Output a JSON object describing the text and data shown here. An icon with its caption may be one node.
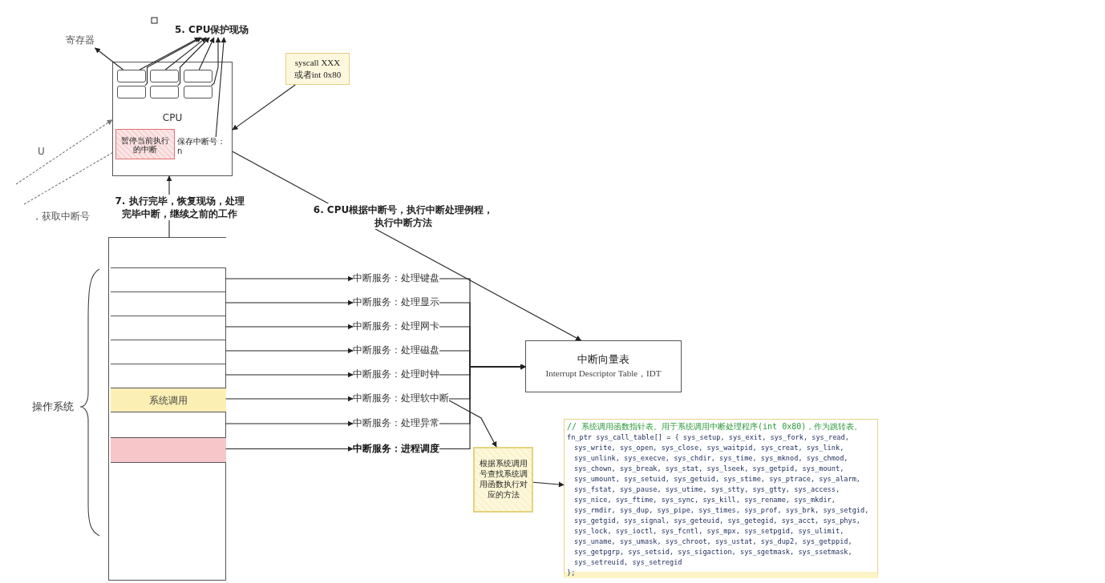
{
  "diagram": {
    "nodes": [
      {
        "text": [
          "寄存器"
        ]
      },
      {
        "text": [
          "5. CPU保护现场"
        ]
      },
      {
        "text": [
          "CPU"
        ]
      },
      {
        "text": [],
        "shape": "box",
        "in": 2
      },
      {
        "text": [],
        "shape": "box",
        "in": 2
      },
      {
        "text": [],
        "shape": "box",
        "in": 2
      },
      {
        "text": [],
        "shape": "box",
        "in": 2
      },
      {
        "text": [],
        "shape": "box",
        "in": 2
      },
      {
        "text": [],
        "shape": "box",
        "in": 2
      },
      {
        "text": [
          "暂停当前执行的中断"
        ],
        "in": 2
      },
      {
        "text": [
          "保存中断号：n"
        ],
        "in": 2
      },
      {
        "text": [
          "syscall XXX 或者int 0x80"
        ]
      },
      {
        "text": [],
        "shape": "box"
      },
      {
        "text": [],
        "shape": "box",
        "in": 12
      },
      {
        "text": [],
        "shape": "box",
        "in": 12
      },
      {
        "text": [],
        "shape": "box",
        "in": 12
      },
      {
        "text": [],
        "shape": "box",
        "in": 12
      },
      {
        "text": [],
        "shape": "box",
        "in": 12
      },
      {
        "text": [],
        "shape": "box",
        "in": 12
      },
      {
        "text": [
          "系统调用"
        ],
        "in": 12
      },
      {
        "text": [],
        "shape": "box",
        "in": 12
      },
      {
        "text": [],
        "shape": "box",
        "in": 12
      },
      {
        "text": [],
        "shape": "box",
        "in": 12
      },
      {
        "text": [
          "中断服务：处理键盘"
        ]
      },
      {
        "text": [
          "中断服务：处理显示"
        ]
      },
      {
        "text": [
          "中断服务：处理网卡"
        ]
      },
      {
        "text": [
          "中断服务：处理磁盘"
        ]
      },
      {
        "text": [
          "中断服务：处理时钟"
        ]
      },
      {
        "text": [
          "中断服务：处理软中断"
        ]
      },
      {
        "text": [
          "中断服务：处理异常"
        ]
      },
      {
        "text": [
          "中断服务：进程调度"
        ]
      },
      {
        "text": [
          "中断向量表",
          "Interrupt Descriptor Table，IDT"
        ]
      },
      {
        "text": [
          "根据系统调用号查找系统调用函数执行对应的方法"
        ]
      },
      {
        "text": [
          "// 系统调用函数指针表。用于系统调用中断处理程序(int 0x80)，作为跳转表。",
          "fn_ptr sys_call_table[] = { sys_setup, sys_exit, sys_fork, sys_read,",
          "sys_write, sys_open, sys_close, sys_waitpid, sys_creat, sys_link,",
          "sys_unlink, sys_execve, sys_chdir, sys_time, sys_mknod, sys_chmod,",
          "sys_chown, sys_break, sys_stat, sys_lseek, sys_getpid, sys_mount,",
          "sys_umount, sys_setuid, sys_getuid, sys_stime, sys_ptrace, sys_alarm,",
          "sys_fstat, sys_pause, sys_utime, sys_stty, sys_gtty, sys_access,",
          "sys_nice, sys_ftime, sys_sync, sys_kill, sys_rename, sys_mkdir,",
          "sys_rmdir, sys_dup, sys_pipe, sys_times, sys_prof, sys_brk, sys_setgid,",
          "sys_getgid, sys_signal, sys_geteuid, sys_getegid, sys_acct, sys_phys,",
          "sys_lock, sys_ioctl, sys_fcntl, sys_mpx, sys_setpgid, sys_ulimit,",
          "sys_uname, sys_umask, sys_chroot, sys_ustat, sys_dup2, sys_getppid,",
          "sys_getpgrp, sys_setsid, sys_sigaction, sys_sgetmask, sys_ssetmask,",
          "sys_setreuid, sys_setregid",
          "};"
        ]
      }
    ],
    "edges": [
      {
        "from": 3,
        "to": 0,
        "arrow": "to"
      },
      {
        "from": 3,
        "to": 1,
        "arrow": "to"
      },
      {
        "from": 6,
        "to": 1,
        "arrow": "to"
      },
      {
        "from": 4,
        "to": 1,
        "arrow": "to"
      },
      {
        "from": 7,
        "to": 1,
        "arrow": "to"
      },
      {
        "from": 5,
        "to": 1,
        "arrow": "to"
      },
      {
        "from": 8,
        "to": 1,
        "arrow": "to"
      },
      {
        "from": 10,
        "to": 1,
        "arrow": "to"
      },
      {
        "from": 11,
        "to": 2,
        "arrow": "to"
      },
      {
        "from": null,
        "to": 2,
        "arrow": "to",
        "style": "dashed"
      },
      {
        "from": null,
        "to": 2,
        "arrow": "none",
        "style": "dashed"
      },
      {
        "from": 2,
        "to": 31,
        "arrow": "to",
        "label": "6. CPU根据中断号，执行中断处理例程，执行中断方法"
      },
      {
        "from": 13,
        "to": 2,
        "arrow": "to",
        "label": "7. 执行完毕，恢复现场，处理完毕中断，继续之前的工作"
      },
      {
        "from": 14,
        "to": 23,
        "arrow": "to"
      },
      {
        "from": 15,
        "to": 24,
        "arrow": "to"
      },
      {
        "from": 16,
        "to": 25,
        "arrow": "to"
      },
      {
        "from": 17,
        "to": 26,
        "arrow": "to"
      },
      {
        "from": 18,
        "to": 27,
        "arrow": "to"
      },
      {
        "from": 19,
        "to": 28,
        "arrow": "to"
      },
      {
        "from": 20,
        "to": 29,
        "arrow": "to"
      },
      {
        "from": 21,
        "to": 30,
        "arrow": "to"
      },
      {
        "from": 23,
        "to": 31,
        "arrow": "to"
      },
      {
        "from": 24,
        "to": 31,
        "arrow": "to"
      },
      {
        "from": 25,
        "to": 31,
        "arrow": "to"
      },
      {
        "from": 26,
        "to": 31,
        "arrow": "to"
      },
      {
        "from": 27,
        "to": 31,
        "arrow": "to"
      },
      {
        "from": 28,
        "to": 31,
        "arrow": "to"
      },
      {
        "from": 29,
        "to": 31,
        "arrow": "to"
      },
      {
        "from": 30,
        "to": 31,
        "arrow": "to"
      },
      {
        "from": 28,
        "to": 32,
        "arrow": "to"
      },
      {
        "from": 32,
        "to": 33,
        "arrow": "to"
      }
    ],
    "labels": [
      "U",
      "，获取中断号",
      "操作系统"
    ]
  }
}
